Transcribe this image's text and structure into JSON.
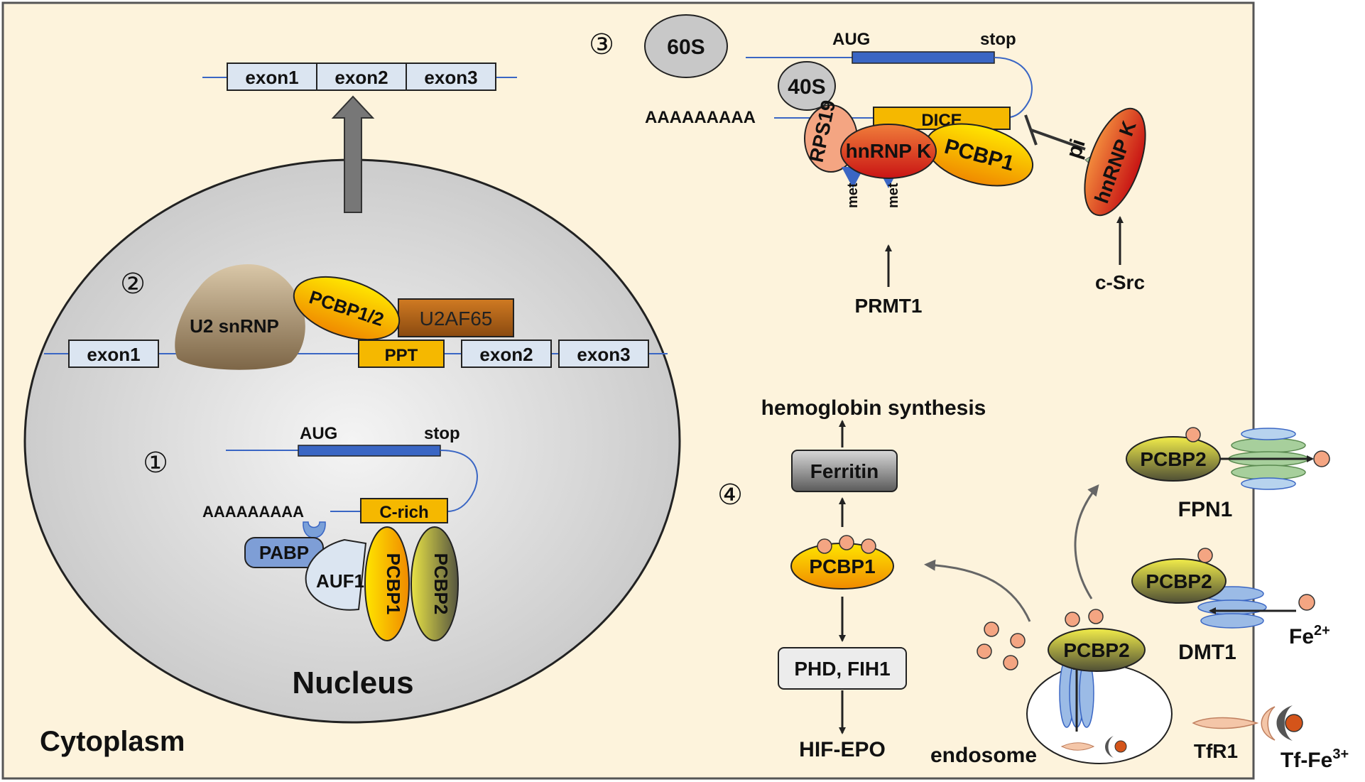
{
  "regions": {
    "cytoplasm": "Cytoplasm",
    "nucleus": "Nucleus",
    "endosome": "endosome"
  },
  "markers": {
    "m1": "①",
    "m2": "②",
    "m3": "③",
    "m4": "④"
  },
  "top_mrna": {
    "exon1": "exon1",
    "exon2": "exon2",
    "exon3": "exon3"
  },
  "splicing": {
    "u2": "U2 snRNP",
    "pcbp12": "PCBP1/2",
    "u2af65": "U2AF65",
    "ppt": "PPT",
    "exon1": "exon1",
    "exon2": "exon2",
    "exon3": "exon3"
  },
  "stability": {
    "aug": "AUG",
    "stop": "stop",
    "polya": "AAAAAAAAA",
    "crich": "C-rich",
    "pabp": "PABP",
    "auf1": "AUF1",
    "pcbp1": "PCBP1",
    "pcbp2": "PCBP2"
  },
  "translation": {
    "s60": "60S",
    "s40": "40S",
    "aug": "AUG",
    "stop": "stop",
    "polya": "AAAAAAAAA",
    "dice": "DICE",
    "rps19": "RPS19",
    "hnrnpk": "hnRNP K",
    "pcbp1": "PCBP1",
    "met1": "met",
    "met2": "met",
    "pi": "pi",
    "hnrnpk2": "hnRNP K",
    "prmt1": "PRMT1",
    "csrc": "c-Src"
  },
  "iron": {
    "hemo": "hemoglobin synthesis",
    "ferritin": "Ferritin",
    "pcbp1": "PCBP1",
    "phd": "PHD, FIH1",
    "hif": "HIF-EPO",
    "pcbp2_endo": "PCBP2",
    "pcbp2_fpn": "PCBP2",
    "fpn1": "FPN1",
    "pcbp2_dmt": "PCBP2",
    "dmt1": "DMT1",
    "fe": "Fe",
    "fe_sup": "2+",
    "tfr1": "TfR1",
    "tffe": "Tf-Fe",
    "tffe_sup": "3+"
  },
  "colors": {
    "cytoplasm_bg": "#fdf3dc",
    "nucleus_bg": "#dcdcdc",
    "exon_fill": "#dbe5f1",
    "orange_box": "#f5b800",
    "blue_cds": "#3a66c4",
    "iron_ball": "#f4a582"
  }
}
